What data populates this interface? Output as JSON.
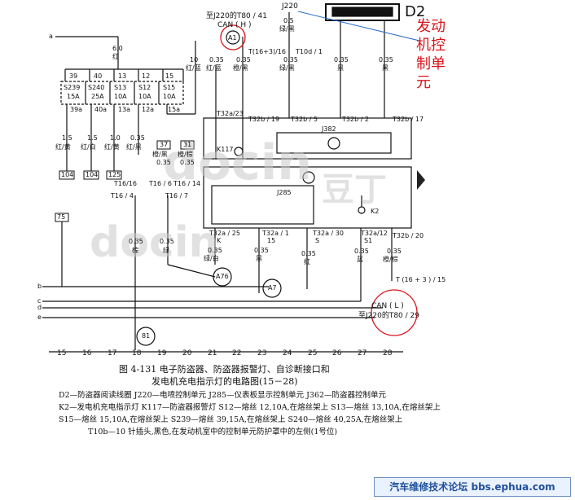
{
  "watermarks": {
    "doc": "docin",
    "doc2": "docin",
    "cn": "豆丁"
  },
  "labels": {
    "d2": "D2",
    "ecu_annotation": [
      "发动",
      "机控",
      "制单",
      "元"
    ],
    "j220_top": "J220",
    "to_j220_pin41": "至J220的T80 / 41",
    "can_h": "CAN ( H )",
    "a1": "A1",
    "t16_3_16": "T(16+3)/16",
    "t10d_1": "T10d / 1",
    "wire_a": "a",
    "wire_b": "b",
    "wire_c": "c",
    "wire_d": "d",
    "wire_e": "e",
    "w60": "6.0",
    "w60c": "红",
    "w10": "10",
    "w10c": "红/蓝",
    "w035_1": "0.35",
    "w035_1c": "红/蓝",
    "w035_2": "0.35",
    "w035_2c": "橙/黑",
    "w05": "0.5",
    "w05c": "绿/黑",
    "w035_3": "0.35",
    "w035_3c": "绿/黑",
    "w035_4": "0.35",
    "w035_4c": "黑",
    "w035_5": "0.35",
    "w035_5c": "黑",
    "pin_nums": [
      "39",
      "40",
      "13",
      "12",
      "15"
    ],
    "fuses": [
      {
        "name": "S239",
        "rating": "15A"
      },
      {
        "name": "S240",
        "rating": "25A"
      },
      {
        "name": "S13",
        "rating": "10A"
      },
      {
        "name": "S12",
        "rating": "10A"
      },
      {
        "name": "S15",
        "rating": "10A"
      }
    ],
    "fuse_out": [
      "39a",
      "40a",
      "13a",
      "12a",
      "15a"
    ],
    "w15a": "1.5",
    "w15ac": "红/黄",
    "w15b": "1.5",
    "w15bc": "红/白",
    "w10b": "1.0",
    "w10bc": "红/黄",
    "w035c": "0.35",
    "w035cc": "红/黑",
    "box104a": "104",
    "box104b": "104",
    "box125": "125",
    "box37": "37",
    "box37c": "橙/黑",
    "box31": "31",
    "box31c": "橙/棕",
    "w035d": "0.35",
    "w035e": "0.35",
    "t16_16": "T16/16",
    "t16_6": "T16 / 6",
    "t16_14": "T16 / 14",
    "t16_4": "T16 / 4",
    "t16_7": "T16 / 7",
    "t32a_23": "T32a/23",
    "t32b_19": "T32b / 19",
    "t32b_5": "T32b / 5",
    "t32b_2": "T32b / 2",
    "t32b_17": "T32b / 17",
    "j382": "J382",
    "k117": "K117",
    "j285": "J285",
    "k2": "K2",
    "box75": "75",
    "t32a_25": "T32a / 25",
    "t32a_1": "T32a / 1",
    "t32a_30": "T32a / 30",
    "t32a_12": "T32a/12",
    "t32b_20": "T32b / 20",
    "pK": "K",
    "p15": "15",
    "pS": "S",
    "pS1": "S1",
    "w035f": "0.35",
    "w035fc": "棕",
    "w035g": "0.35",
    "w035gc": "绿",
    "w035h": "0.35",
    "w035hc": "绿/白",
    "w035i": "0.35",
    "w035ic": "黑",
    "w035j": "0.35",
    "w035jc": "红",
    "w035k": "0.35",
    "w035kc": "蓝",
    "w035l": "0.35",
    "w035lc": "橙/棕",
    "a76": "A76",
    "a7": "A7",
    "n81": "81",
    "t16_3_15": "T (16 + 3 ) / 15",
    "can_l": "CAN ( L )",
    "to_j220_pin29": "至J220的T80 / 29",
    "bottom_nums": [
      "15",
      "16",
      "17",
      "18",
      "19",
      "20",
      "21",
      "22",
      "23",
      "24",
      "25",
      "26",
      "27",
      "28"
    ]
  },
  "caption": {
    "line1": "图 4-131   电子防盗器、防盗器报警灯、自诊断接口和",
    "line2": "发电机充电指示灯的电路图(15－28)"
  },
  "legend": [
    "D2—防盗器阅读线圈    J220—电喷控制单元    J285—仪表板显示控制单元    J362—防盗器控制单元",
    "K2—发电机充电指示灯    K117—防盗器报警灯    S12—熔丝 12,10A,在熔丝架上    S13—熔丝 13,10A,在熔丝架上",
    "S15—熔丝 15,10A,在熔丝架上    S239—熔丝 39,15A,在熔丝架上    S240—熔丝 40,25A,在熔丝架上",
    "T10b—10 针插头,黑色,在发动机室中的控制单元防护罩中的左侧(1号位)"
  ],
  "footer": {
    "text": "汽车维修技术论坛 bbs.ephua.com"
  }
}
